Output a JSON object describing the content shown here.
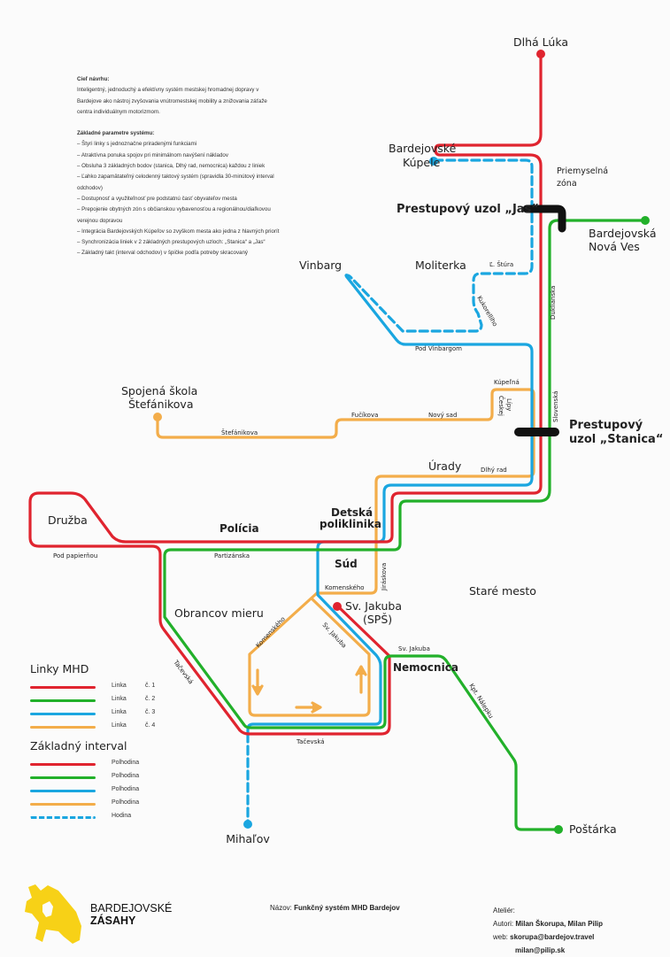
{
  "intro": {
    "goal_heading": "Cieľ návrhu:",
    "goal_text": "Inteligentný, jednoduchý a efektívny systém mestskej hromadnej dopravy v Bardejove ako nástroj zvyšovania vnútromestskej mobility a znižovania záťaže centra individuálnym motorizmom.",
    "params_heading": "Základné parametre systému:",
    "params": [
      "– Štyri linky s jednoznačne priradenými funkciami",
      "– Atraktívna ponuka spojov pri minimálnom navýšení nákladov",
      "– Obsluha 3 základných bodov (stanica, Dlhý rad, nemocnica) každou z liniek",
      "– Ľahko zapamätateľný celodenný taktový systém (spravidla 30-minútový interval odchodov)",
      "– Dostupnosť a využiteľnosť pre podstatnú časť obyvateľov mesta",
      "– Prepojenie obytných zón s občianskou vybavenosťou a regionálnou/diaľkovou verejnou dopravou",
      "– Integrácia Bardejovských Kúpeľov so zvyškom mesta ako jedna z hlavných priorít",
      "– Synchronizácia liniek v 2 základných prestupových uzloch: „Stanica“ a „Jas“",
      "– Základný takt (interval odchodov) v špičke podľa potreby skracovaný"
    ]
  },
  "colors": {
    "line1": "#e0242f",
    "line2": "#22b02a",
    "line3": "#1aa6e0",
    "line4": "#f3ad4a",
    "hub": "#111111",
    "logo": "#f7d117"
  },
  "stations": {
    "dlha_luka": "Dlhá Lúka",
    "kupele_1": "Bardejovské",
    "kupele_2": "Kúpele",
    "priemyselna_1": "Priemyselná",
    "priemyselna_2": "zóna",
    "nova_ves_1": "Bardejovská",
    "nova_ves_2": "Nová Ves",
    "vinbarg": "Vinbarg",
    "moliterka": "Moliterka",
    "skola_1": "Spojená škola",
    "skola_2": "Štefánikova",
    "urady": "Úrady",
    "druzba": "Družba",
    "policia": "Polícia",
    "detska_1": "Detská",
    "detska_2": "poliklinika",
    "sud": "Súd",
    "obrancov": "Obrancov mieru",
    "sv_jakuba_1": "Sv. Jakuba",
    "sv_jakuba_2": "(SPŠ)",
    "stare_mesto": "Staré mesto",
    "nemocnica": "Nemocnica",
    "postarka": "Poštárka",
    "mihalov": "Mihaľov"
  },
  "hubs": {
    "jas": "Prestupový uzol „Jas“",
    "stanica_1": "Prestupový",
    "stanica_2": "uzol „Stanica“"
  },
  "streets": {
    "l_stura": "Ľ. Štúra",
    "kukorelliho": "Kukorelliho",
    "duklianska": "Duklianska",
    "pod_vinbargom": "Pod Vinbargom",
    "kupelna": "Kúpeľná",
    "ceskej_lipy_1": "Českej",
    "ceskej_lipy_2": "Lípy",
    "slovenska": "Slovenská",
    "fucikova": "Fučíkova",
    "novy_sad": "Nový sad",
    "stefanikova": "Štefánikova",
    "dlhy_rad": "Dlhý rad",
    "pod_papiernou": "Pod papierňou",
    "partizanska": "Partizánska",
    "komenskeho_a": "Komenského",
    "komenskeho_b": "Komenského",
    "jiraskova": "Jiráskova",
    "sv_jakuba_street_a": "Sv. Jakuba",
    "sv_jakuba_street_b": "Sv. Jakuba",
    "tacevska_a": "Tačevská",
    "tacevska_b": "Tačevská",
    "kpt_nalepku": "Kpt. Nálepku"
  },
  "legend": {
    "lines_title": "Linky MHD",
    "lines": [
      {
        "label": "Linka",
        "num": "č. 1",
        "color": "#e0242f"
      },
      {
        "label": "Linka",
        "num": "č. 2",
        "color": "#22b02a"
      },
      {
        "label": "Linka",
        "num": "č. 3",
        "color": "#1aa6e0"
      },
      {
        "label": "Linka",
        "num": "č. 4",
        "color": "#f3ad4a"
      }
    ],
    "interval_title": "Základný interval",
    "intervals": [
      {
        "label": "Polhodina",
        "color": "#e0242f",
        "dashed": false
      },
      {
        "label": "Polhodina",
        "color": "#22b02a",
        "dashed": false
      },
      {
        "label": "Polhodina",
        "color": "#1aa6e0",
        "dashed": false
      },
      {
        "label": "Polhodina",
        "color": "#f3ad4a",
        "dashed": false
      },
      {
        "label": "Hodina",
        "color": "#1aa6e0",
        "dashed": true
      }
    ]
  },
  "footer": {
    "brand_1": "BARDEJOVSKÉ",
    "brand_2": "ZÁSAHY",
    "name_label": "Názov:",
    "name_value": "Funkčný systém MHD Bardejov",
    "atelier_label": "Ateliér:",
    "authors_label": "Autori:",
    "authors_value": "Milan Škorupa, Milan Pilip",
    "web_label": "web:",
    "web_1": "skorupa@bardejov.travel",
    "web_2": "milan@pilip.sk"
  }
}
